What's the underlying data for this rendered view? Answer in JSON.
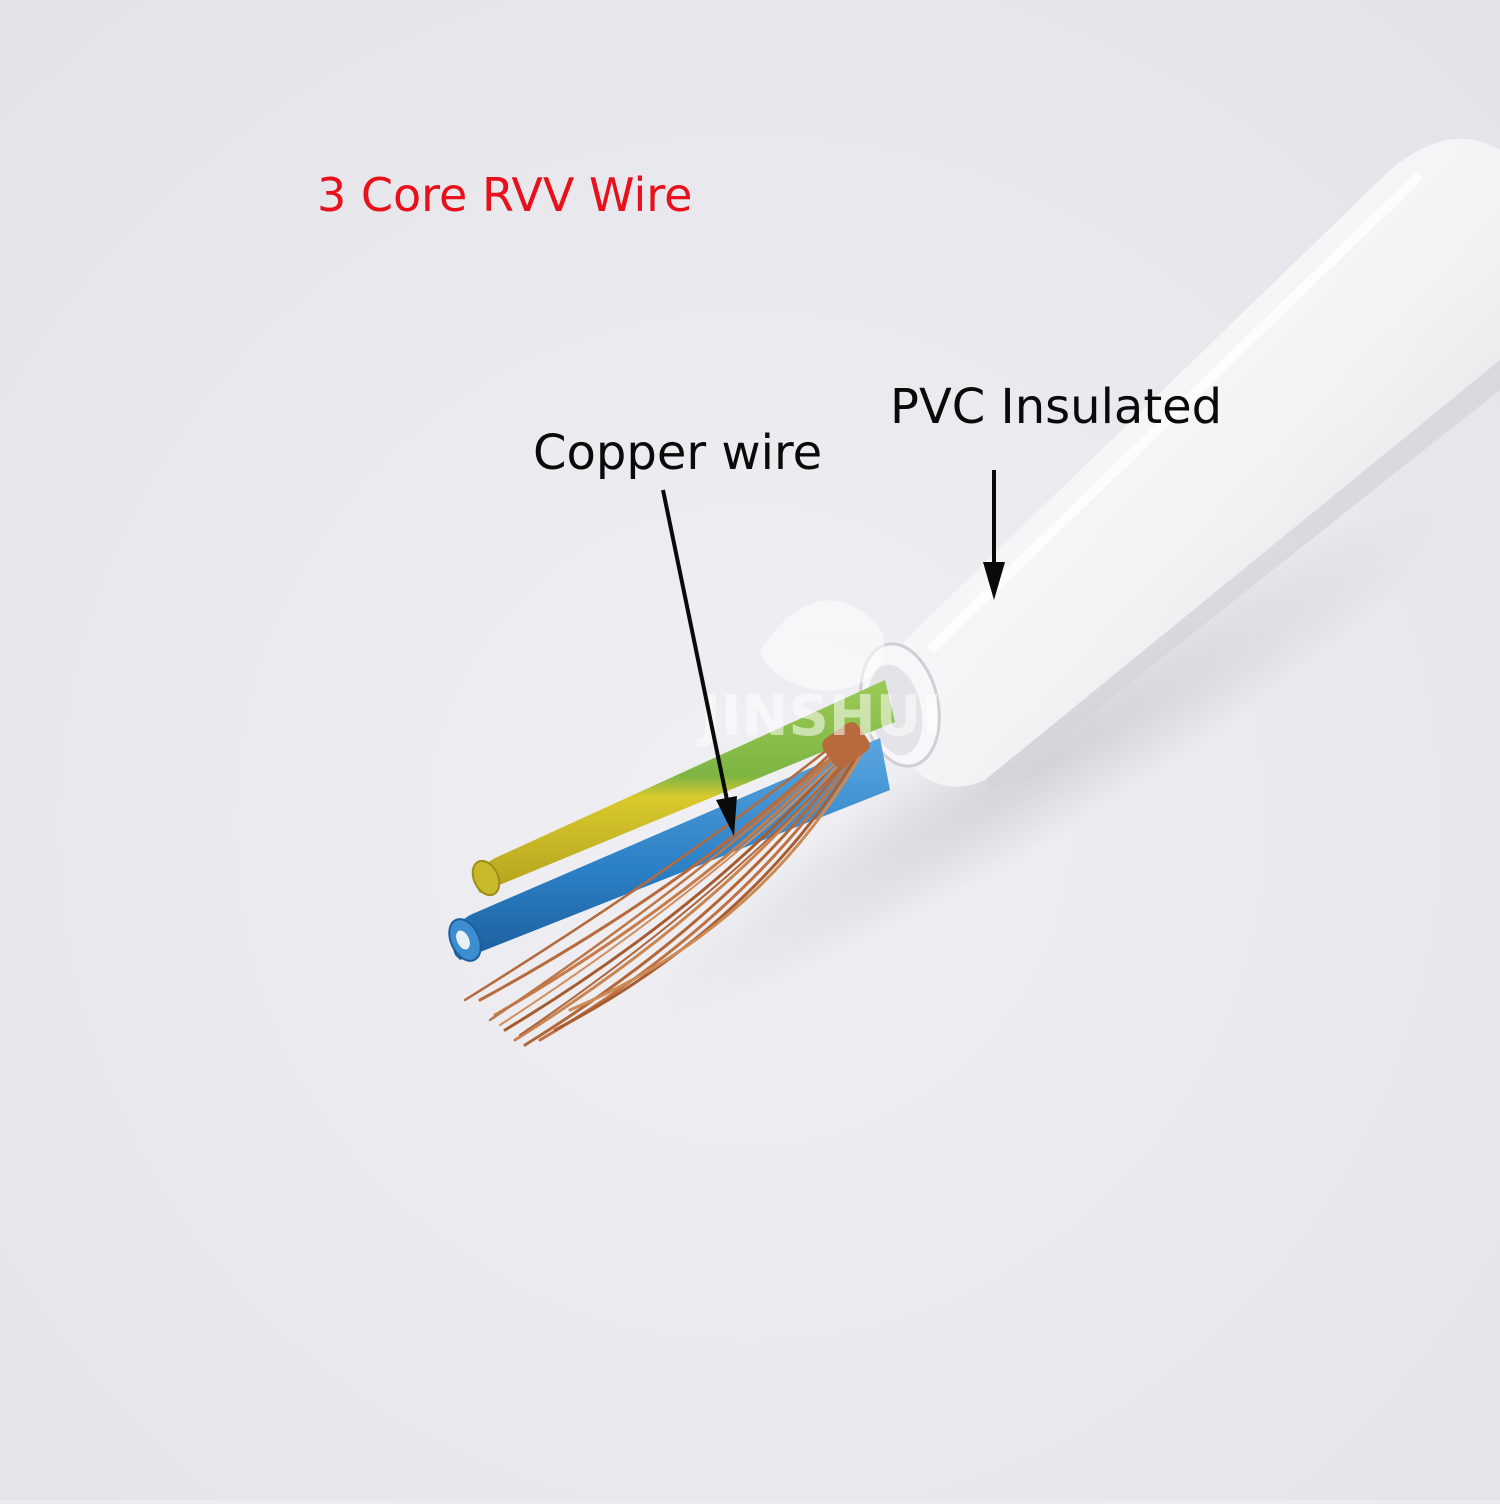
{
  "title": "3 Core RVV Wire",
  "labels": {
    "copper": "Copper wire",
    "pvc": "PVC Insulated"
  },
  "watermark": "JINSHUI",
  "colors": {
    "background": "#ECECF0",
    "title": "#E8101A",
    "label": "#0A0A0A",
    "sheath": "#F4F4F6",
    "core_blue": "#2B7FC4",
    "core_green": "#7DB543",
    "core_yellow": "#C8C22A",
    "copper": "#B86A3C"
  },
  "icons": [
    "arrow-down-icon",
    "arrow-icon"
  ]
}
